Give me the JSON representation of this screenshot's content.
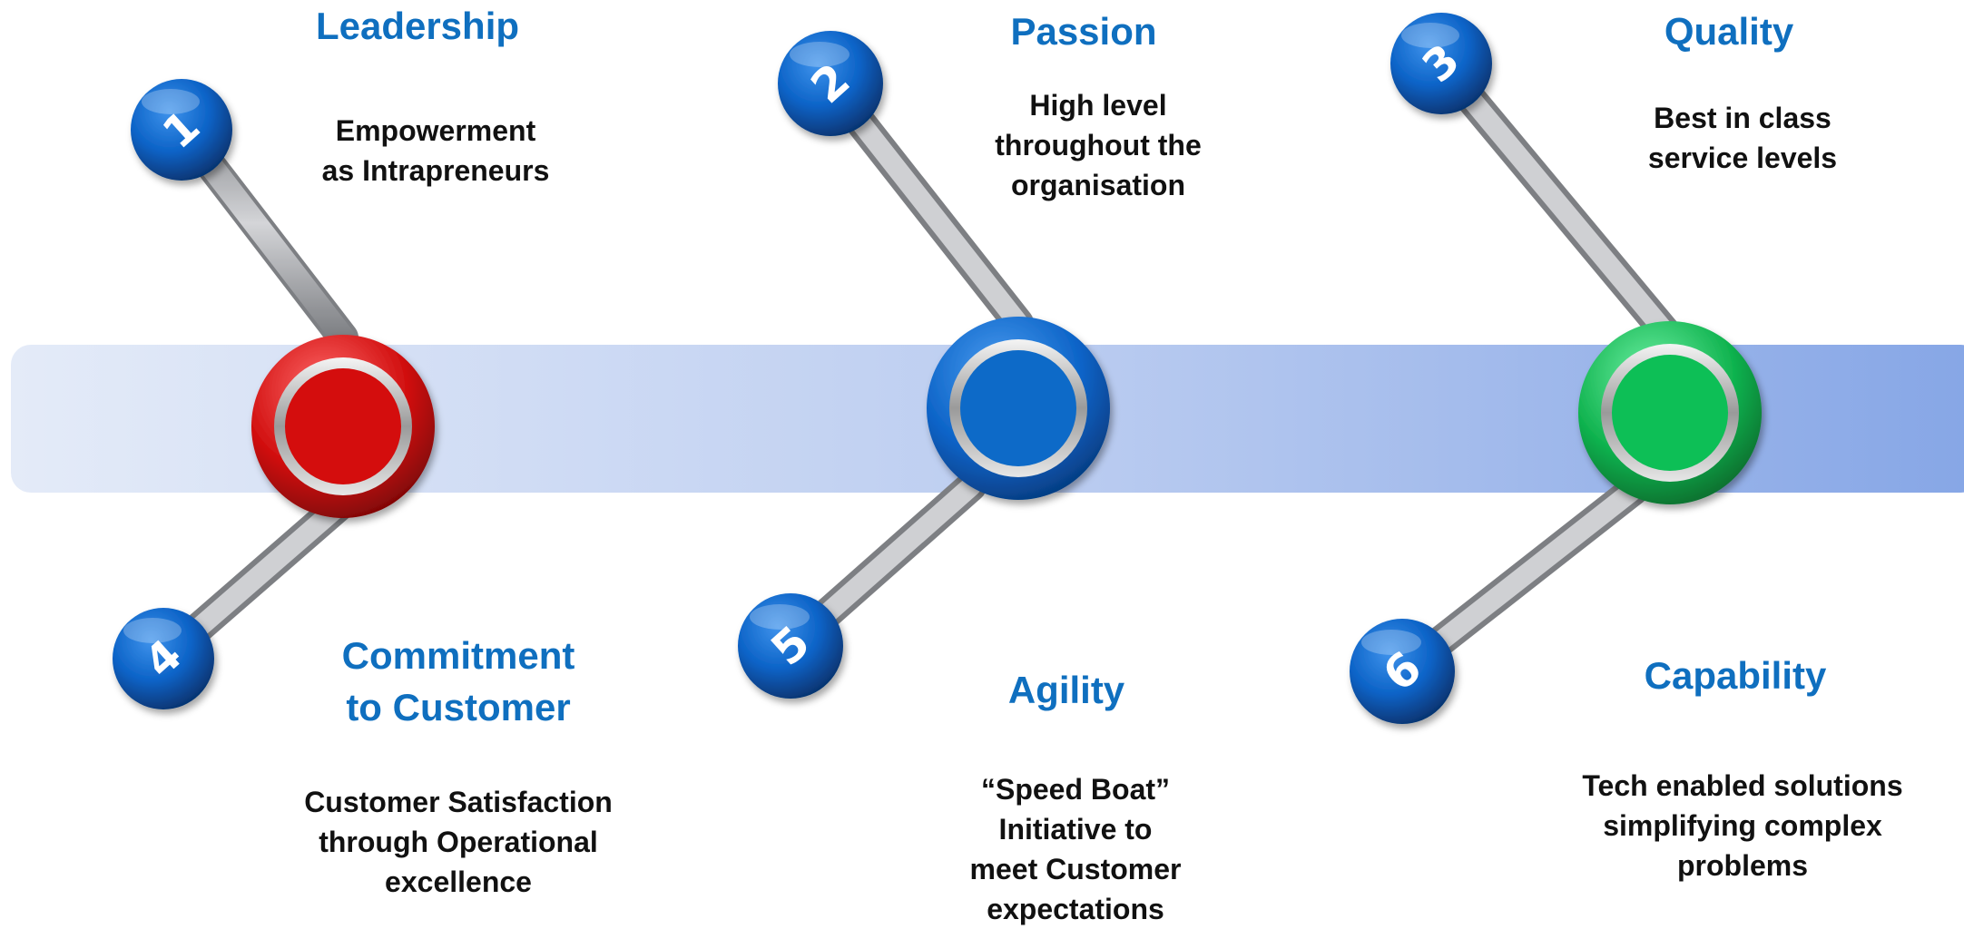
{
  "colors": {
    "title": "#0f6fbf",
    "text": "#111111",
    "band_start": "#e2e9f8",
    "band_end": "#86a6e6",
    "hub_red": "#d40b0b",
    "hub_blue": "#0e6bc8",
    "hub_green": "#0dbf56",
    "node_blue": "#0c63c7",
    "rod": "#a7a9ad"
  },
  "hubs": [
    {
      "name": "hub-red",
      "color": "hub_red"
    },
    {
      "name": "hub-blue",
      "color": "hub_blue"
    },
    {
      "name": "hub-green",
      "color": "hub_green"
    }
  ],
  "nodes": [
    {
      "number": "1",
      "title": "Leadership",
      "desc": [
        "Empowerment",
        "as Intrapreneurs"
      ]
    },
    {
      "number": "2",
      "title": "Passion",
      "desc": [
        "High level",
        "throughout the",
        "organisation"
      ]
    },
    {
      "number": "3",
      "title": "Quality",
      "desc": [
        "Best in class",
        "service levels"
      ]
    },
    {
      "number": "4",
      "title": [
        "Commitment",
        "to Customer"
      ],
      "desc": [
        "Customer Satisfaction",
        "through Operational",
        "excellence"
      ]
    },
    {
      "number": "5",
      "title": "Agility",
      "desc": [
        "“Speed Boat”",
        "Initiative to",
        "meet Customer",
        "expectations"
      ]
    },
    {
      "number": "6",
      "title": "Capability",
      "desc": [
        "Tech enabled solutions",
        "simplifying complex",
        "problems"
      ]
    }
  ]
}
